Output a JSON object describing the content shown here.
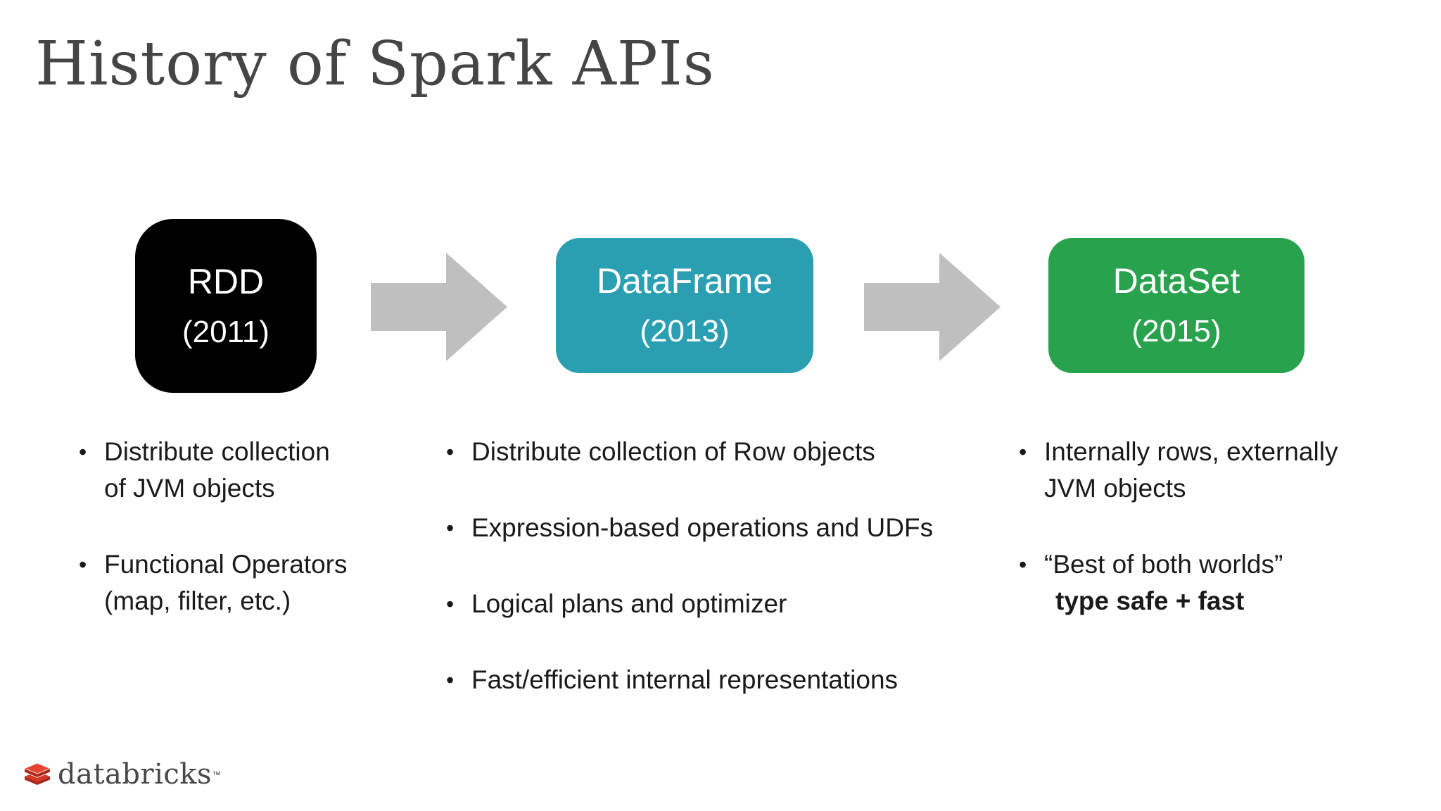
{
  "slide": {
    "title": "History of Spark APIs",
    "background_color": "#ffffff",
    "title_color": "#454545"
  },
  "timeline": {
    "boxes": [
      {
        "label": "RDD",
        "year": "(2011)",
        "color": "#000000",
        "text_color": "#ffffff"
      },
      {
        "label": "DataFrame",
        "year": "(2013)",
        "color": "#2A9FB1",
        "text_color": "#ffffff"
      },
      {
        "label": "DataSet",
        "year": "(2015)",
        "color": "#28A24D",
        "text_color": "#ffffff"
      }
    ],
    "arrows": [
      {
        "name": "arrow-rdd-to-dataframe",
        "color": "#BFBFBF"
      },
      {
        "name": "arrow-dataframe-to-dataset",
        "color": "#BFBFBF"
      }
    ]
  },
  "columns": [
    {
      "items": [
        {
          "lines": [
            "Distribute collection",
            "of JVM objects"
          ]
        },
        {
          "lines": [
            "Functional Operators",
            "(map, filter, etc.)"
          ]
        }
      ]
    },
    {
      "items": [
        {
          "lines": [
            "Distribute collection of Row objects"
          ]
        },
        {
          "lines": [
            "Expression-based operations and UDFs"
          ]
        },
        {
          "lines": [
            "Logical plans and optimizer"
          ]
        },
        {
          "lines": [
            "Fast/efficient internal representations"
          ]
        }
      ]
    },
    {
      "items": [
        {
          "lines": [
            "Internally rows, externally",
            "JVM objects"
          ]
        },
        {
          "lines": [
            "“Best of both worlds”",
            "type safe + fast"
          ]
        }
      ]
    }
  ],
  "glyphs": {
    "bullet": "•"
  },
  "logo": {
    "text": "databricks",
    "trademark": "™",
    "text_color": "#474747",
    "brick_top_color": "#E8432E",
    "brick_side_color": "#A6291C"
  }
}
